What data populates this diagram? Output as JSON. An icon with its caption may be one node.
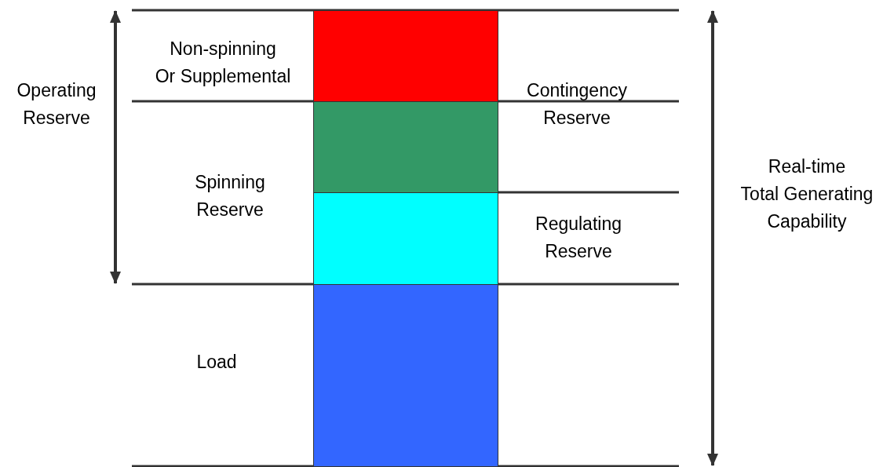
{
  "diagram": {
    "nodes": [
      {
        "text": [],
        "shape": "bar"
      },
      {
        "text": [],
        "shape": "bar"
      },
      {
        "text": [],
        "shape": "bar"
      },
      {
        "text": [],
        "shape": "bar"
      }
    ],
    "labels": [
      "Non-spinning Or Supplemental",
      "Operating Reserve",
      "Contingency Reserve",
      "Spinning Reserve",
      "Real-time Total Generating Capability",
      "Regulating Reserve",
      "Load"
    ]
  }
}
